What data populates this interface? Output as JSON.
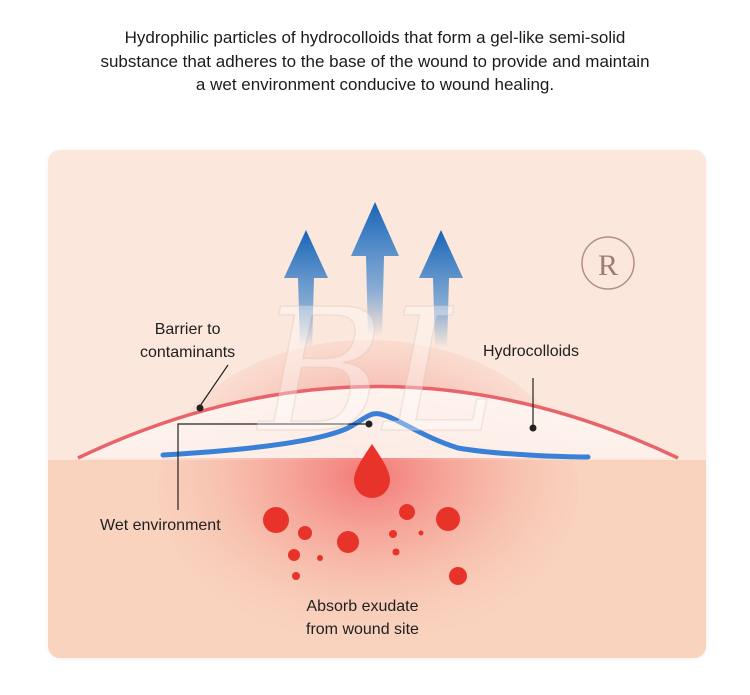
{
  "caption_lines": [
    "Hydrophilic particles of hydrocolloids that form a gel-like semi-solid",
    "substance that adheres to the base of the wound to provide and maintain",
    "a wet environment conducive to wound healing."
  ],
  "labels": {
    "barrier": [
      "Barrier to",
      "contaminants"
    ],
    "hydrocolloids": "Hydrocolloids",
    "wet_environment": "Wet environment",
    "absorb": [
      "Absorb exudate",
      "from wound site"
    ]
  },
  "registered_mark": "R",
  "watermark_text": "BL",
  "colors": {
    "upper_bg": "#fbe7dc",
    "lower_bg": "#f9d3be",
    "arrow_blue": "#1e6fc0",
    "barrier_red": "#e8636a",
    "hydrocolloid_blue": "#3a80d6",
    "exudate_red": "#e8332a",
    "leader_line": "#222222"
  }
}
